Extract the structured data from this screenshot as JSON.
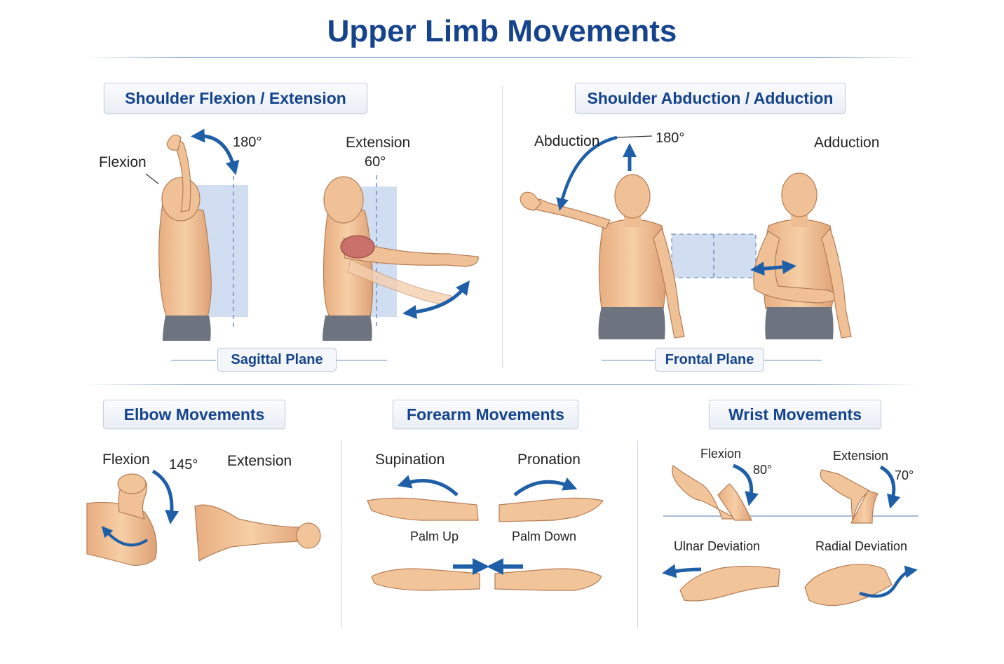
{
  "title": "Upper Limb Movements",
  "sections": {
    "shoulder_flex": {
      "heading": "Shoulder Flexion / Extension",
      "flexion_label": "Flexion",
      "flexion_degree": "180°",
      "extension_label": "Extension",
      "extension_degree": "60°",
      "plane": "Sagittal Plane"
    },
    "shoulder_abd": {
      "heading": "Shoulder Abduction / Adduction",
      "abduction_label": "Abduction",
      "abduction_degree": "180°",
      "adduction_label": "Adduction",
      "plane": "Frontal Plane"
    },
    "elbow": {
      "heading": "Elbow Movements",
      "flexion_label": "Flexion",
      "flexion_degree": "145°",
      "extension_label": "Extension"
    },
    "forearm": {
      "heading": "Forearm Movements",
      "supination_label": "Supination",
      "pronation_label": "Pronation",
      "palm_up": "Palm Up",
      "palm_down": "Palm Down"
    },
    "wrist": {
      "heading": "Wrist Movements",
      "flexion_label": "Flexion",
      "flexion_degree": "80°",
      "extension_label": "Extension",
      "extension_degree": "70°",
      "ulnar_label": "Ulnar Deviation",
      "radial_label": "Radial Deviation"
    }
  },
  "colors": {
    "title": "#16448c",
    "arrow": "#1f5fa8",
    "skin": "#f2c49a",
    "skin_shade": "#d89c70",
    "plane_fill": "#c9d8ee",
    "shorts": "#6d7480"
  }
}
